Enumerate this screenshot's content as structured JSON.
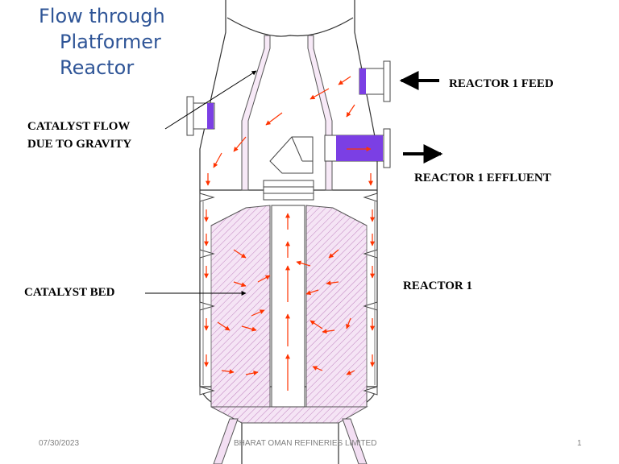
{
  "slide": {
    "title_lines": [
      "Flow through",
      "Platformer",
      "Reactor"
    ]
  },
  "labels": {
    "feed": "REACTOR 1 FEED",
    "effluent": "REACTOR 1 EFFLUENT",
    "catalyst_flow_line1": "CATALYST FLOW",
    "catalyst_flow_line2": "DUE TO GRAVITY",
    "catalyst_bed": "CATALYST BED",
    "reactor": "REACTOR 1"
  },
  "footer": {
    "date": "07/30/2023",
    "company": "BHARAT OMAN REFINERIES LIMITED",
    "page": "1"
  },
  "colors": {
    "title": "#2f5597",
    "flow_arrow": "#ff3300",
    "nozzle": "#7b3fe4",
    "catalyst_fill": "#f3dff3",
    "catalyst_hatch": "#b060b0"
  }
}
